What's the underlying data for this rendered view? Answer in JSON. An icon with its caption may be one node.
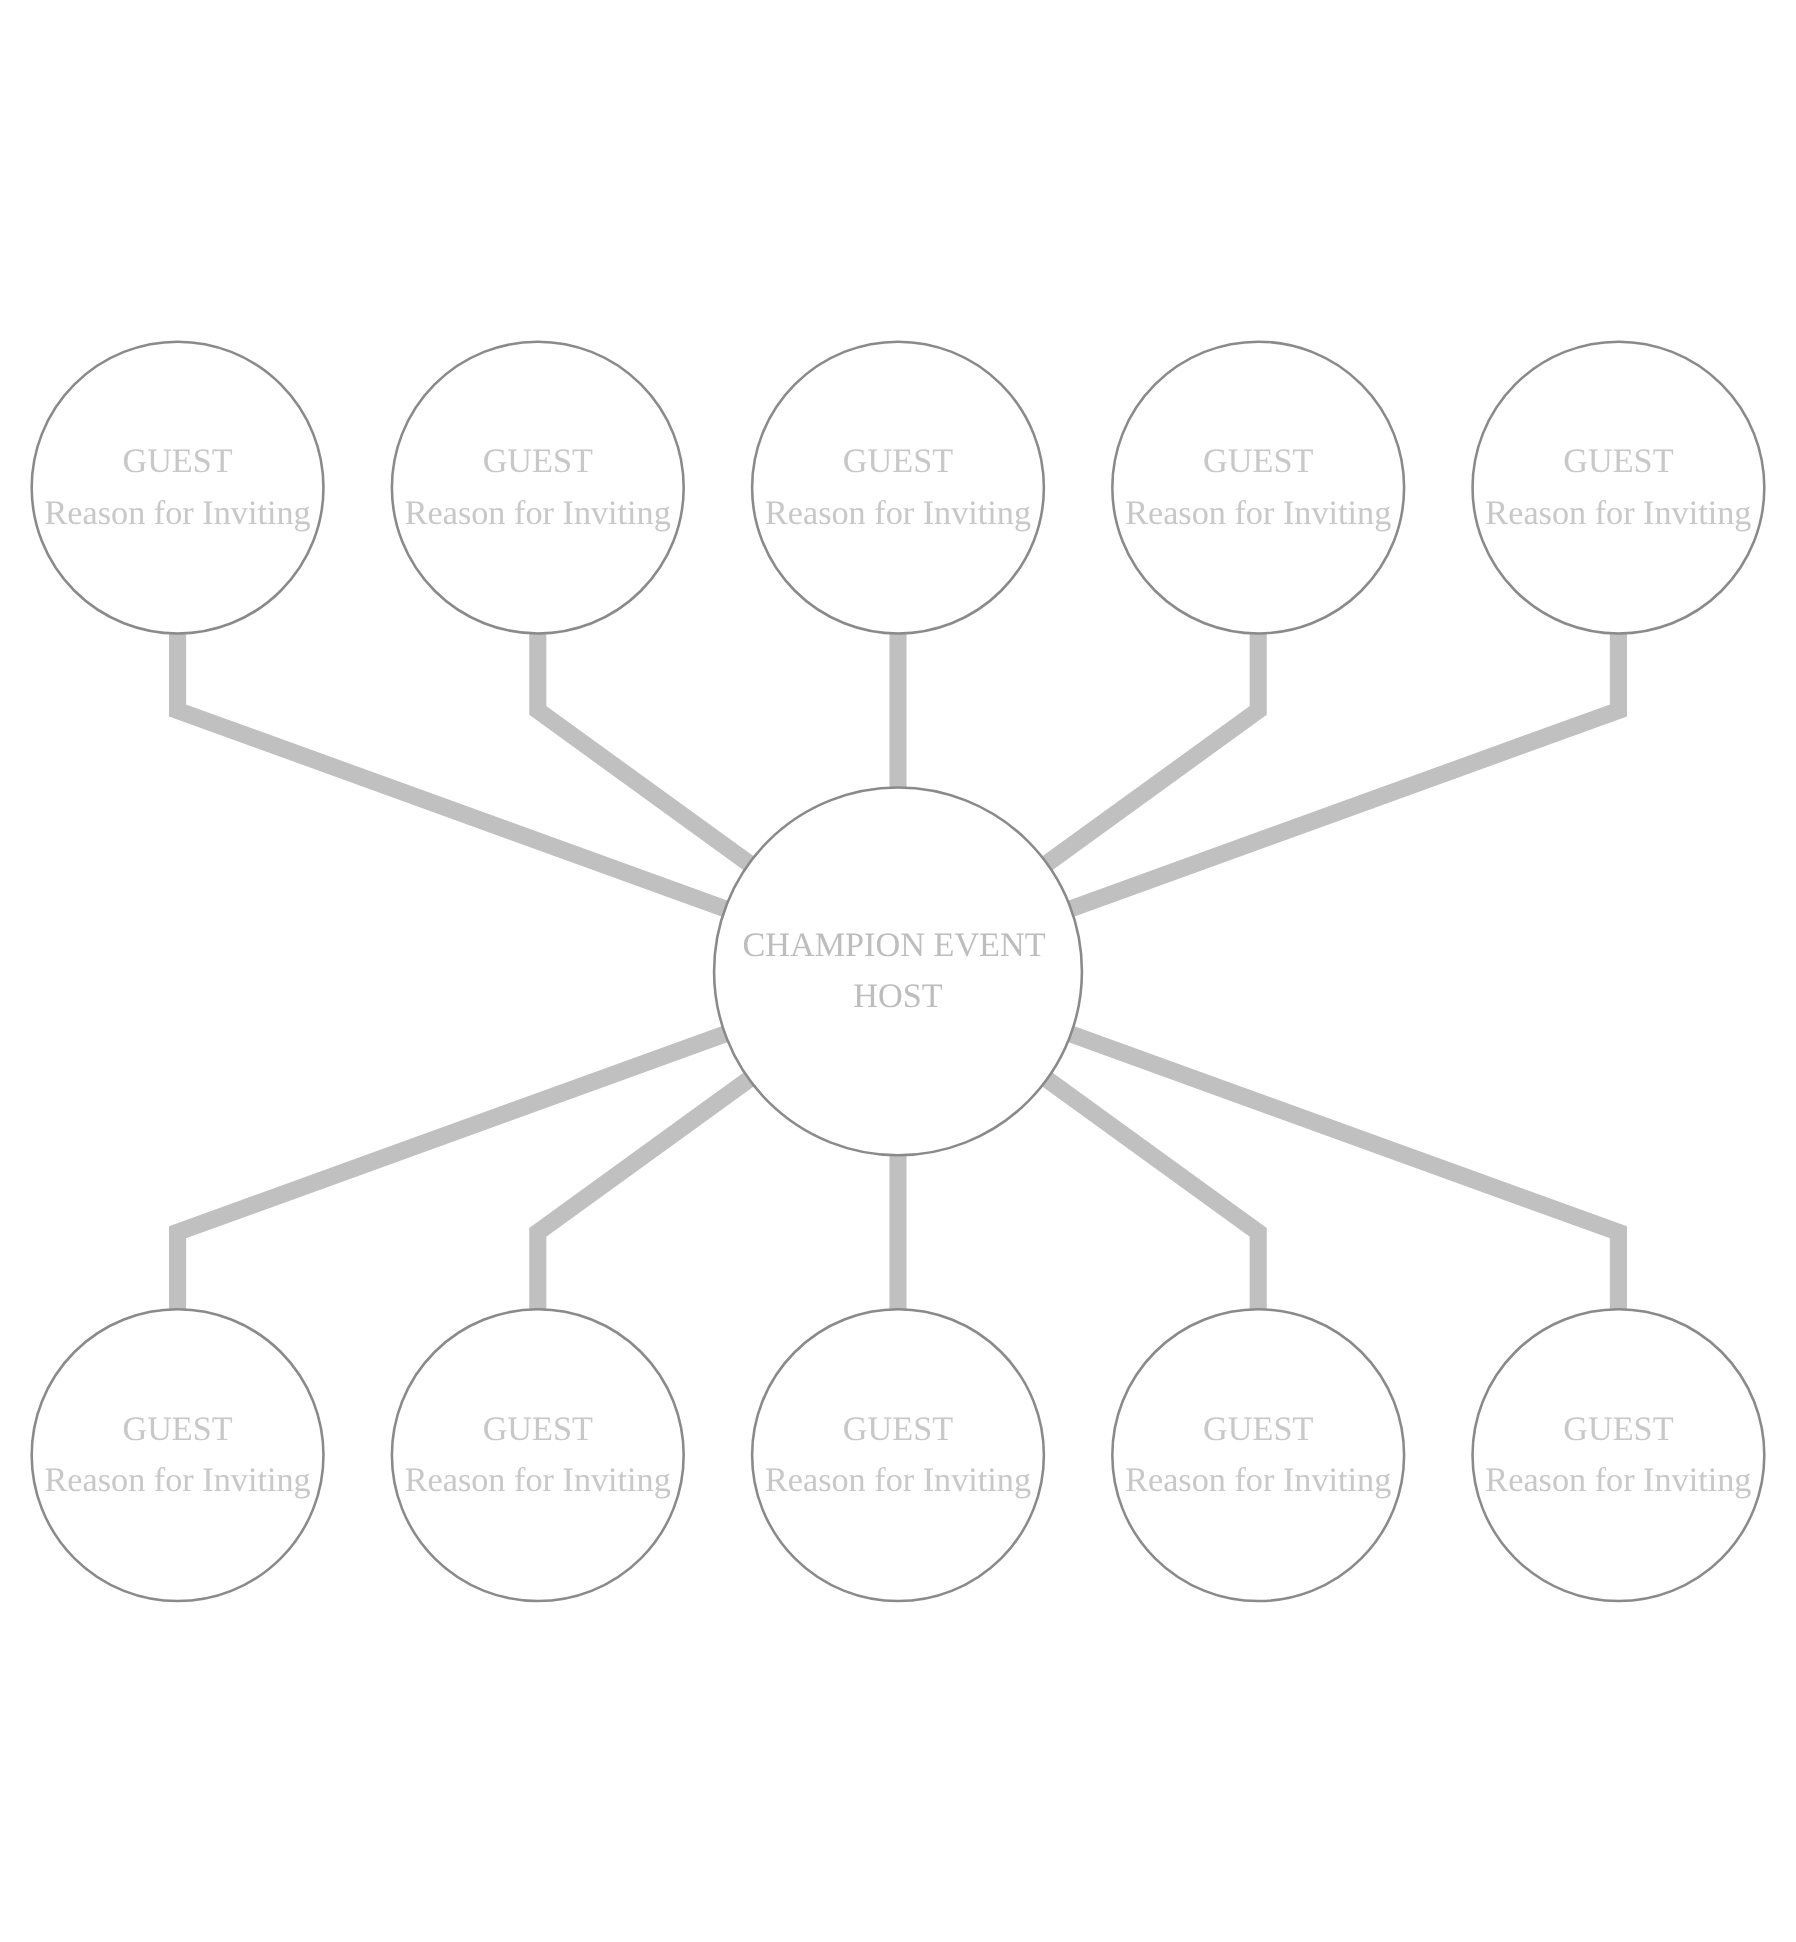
{
  "diagram": {
    "nodes": [
      {
        "text": [
          "CHAMPION EVENT HOST"
        ]
      },
      {
        "text": [
          "GUEST",
          "Reason for Inviting"
        ]
      },
      {
        "text": [
          "GUEST",
          "Reason for Inviting"
        ]
      },
      {
        "text": [
          "GUEST",
          "Reason for Inviting"
        ]
      },
      {
        "text": [
          "GUEST",
          "Reason for Inviting"
        ]
      },
      {
        "text": [
          "GUEST",
          "Reason for Inviting"
        ]
      },
      {
        "text": [
          "GUEST",
          "Reason for Inviting"
        ]
      },
      {
        "text": [
          "GUEST",
          "Reason for Inviting"
        ]
      },
      {
        "text": [
          "GUEST",
          "Reason for Inviting"
        ]
      },
      {
        "text": [
          "GUEST",
          "Reason for Inviting"
        ]
      },
      {
        "text": [
          "GUEST",
          "Reason for Inviting"
        ]
      }
    ],
    "edges": [
      {
        "from": 0,
        "to": 1,
        "arrow": "none"
      },
      {
        "from": 0,
        "to": 2,
        "arrow": "none"
      },
      {
        "from": 0,
        "to": 3,
        "arrow": "none"
      },
      {
        "from": 0,
        "to": 4,
        "arrow": "none"
      },
      {
        "from": 0,
        "to": 5,
        "arrow": "none"
      },
      {
        "from": 0,
        "to": 6,
        "arrow": "none"
      },
      {
        "from": 0,
        "to": 7,
        "arrow": "none"
      },
      {
        "from": 0,
        "to": 8,
        "arrow": "none"
      },
      {
        "from": 0,
        "to": 9,
        "arrow": "none"
      },
      {
        "from": 0,
        "to": 10,
        "arrow": "none"
      }
    ]
  }
}
